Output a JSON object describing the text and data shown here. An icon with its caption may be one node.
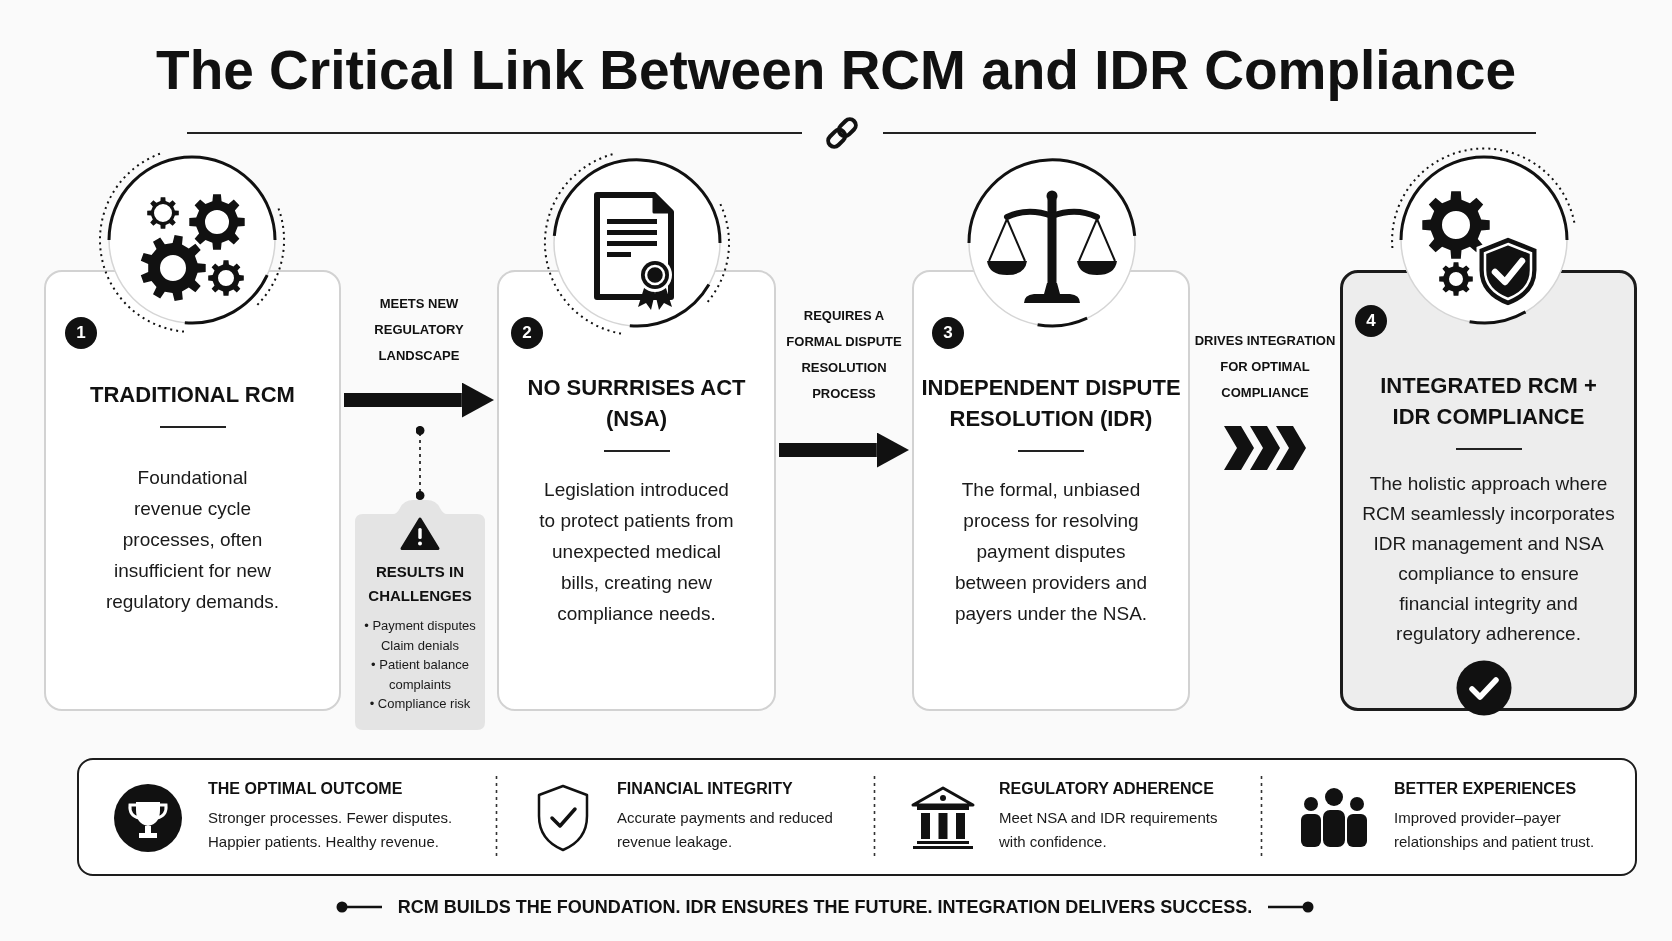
{
  "diagram": {
    "title": "The Critical Link Between RCM and IDR Compliance",
    "nodes": [
      {
        "text": [
          "TRADITIONAL RCM",
          "Foundational revenue cycle processes, often insufficient for new regulatory demands."
        ]
      },
      {
        "text": [
          "1"
        ],
        "in": 0
      },
      {
        "text": [
          "NO SURRRISES ACT (NSA)",
          "Legislation introduced to protect patients from unexpected medical bills, creating new compliance needs."
        ]
      },
      {
        "text": [
          "2"
        ],
        "in": 2
      },
      {
        "text": [
          "INDEPENDENT DISPUTE RESOLUTION (IDR)",
          "The formal, unbiased process for resolving payment disputes between providers and payers under the NSA."
        ]
      },
      {
        "text": [
          "3"
        ],
        "in": 4
      },
      {
        "text": [
          "INTEGRATED RCM + IDR COMPLIANCE",
          "The holistic approach where RCM seamlessly incorporates IDR management and NSA compliance to ensure financial integrity and regulatory adherence."
        ]
      },
      {
        "text": [
          "4"
        ],
        "in": 6
      },
      {
        "text": [
          "RESULTS IN CHALLENGES",
          "• Payment disputes",
          "Claim denials",
          "• Patient balance complaints",
          "• Compliance risk"
        ]
      },
      {
        "text": [
          "THE OPTIMAL OUTCOME",
          "Stronger processes. Fewer disputes. Happier patients. Healthy revenue.",
          "FINANCIAL INTEGRITY",
          "Accurate payments and reduced revenue leakage.",
          "REGULATORY ADHERENCE",
          "Meet NSA and IDR requirements with confidence.",
          "BETTER EXPERIENCES",
          "Improved provider–payer relationships and patient trust."
        ]
      }
    ],
    "edges": [
      {
        "from": 0,
        "to": 2,
        "arrow": "to",
        "label": "MEETS NEW REGULATORY LANDSCAPE"
      },
      {
        "from": 2,
        "to": 4,
        "arrow": "to",
        "label": "REQUIRES A FORMAL DISPUTE RESOLUTION PROCESS"
      },
      {
        "from": 4,
        "to": 6,
        "arrow": "to",
        "label": "DRIVES INTEGRATION FOR OPTIMAL COMPLIANCE"
      },
      {
        "from": null,
        "to": 8,
        "arrow": "other",
        "style": "dashed"
      }
    ],
    "caption": "RCM BUILDS THE FOUNDATION. IDR ENSURES THE FUTURE. INTEGRATION DELIVERS SUCCESS."
  }
}
